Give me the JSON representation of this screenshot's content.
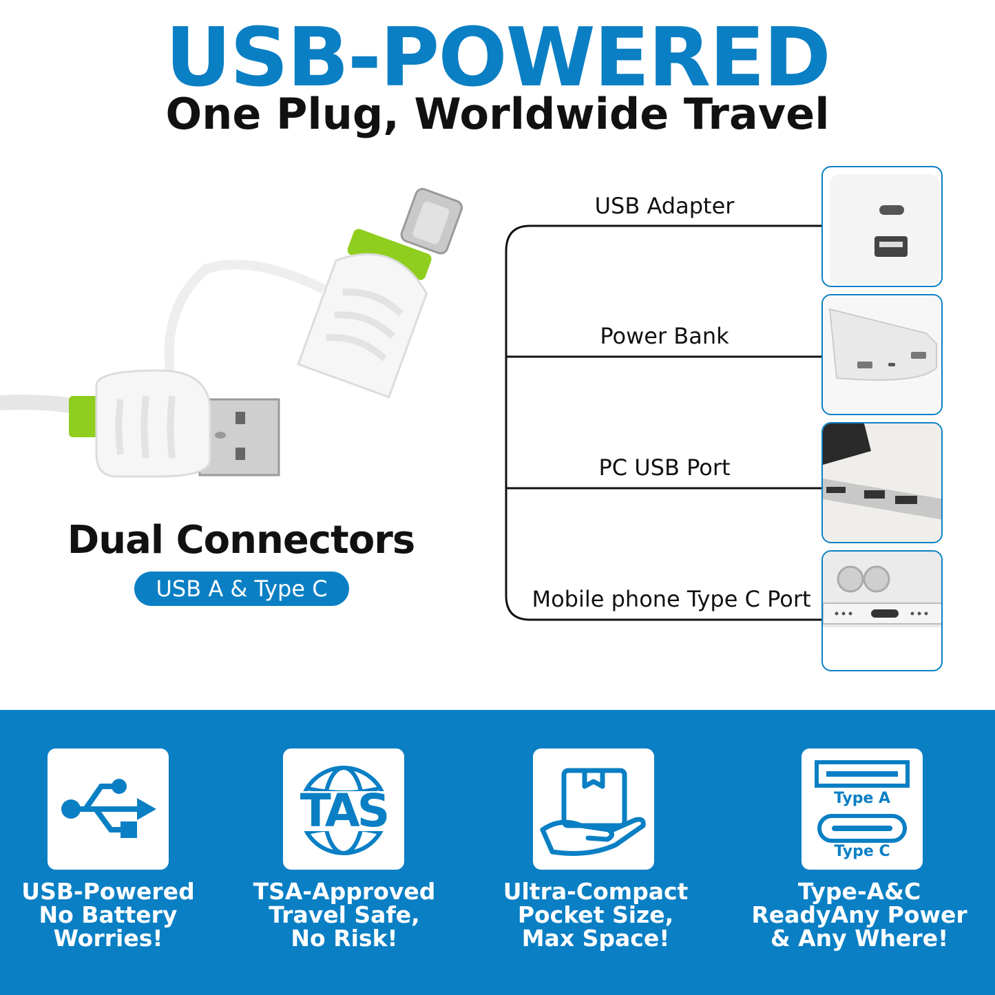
{
  "colors": {
    "brand_blue": "#0a7fc4",
    "accent_green": "#8fce1e",
    "text_dark": "#111111"
  },
  "header": {
    "title": "USB-POWERED",
    "subtitle": "One Plug, Worldwide Travel"
  },
  "product": {
    "title": "Dual Connectors",
    "badge": "USB A & Type C"
  },
  "power_sources": [
    {
      "label": "USB Adapter",
      "icon": "usb-adapter-image"
    },
    {
      "label": "Power Bank",
      "icon": "power-bank-image"
    },
    {
      "label": "PC USB Port",
      "icon": "laptop-port-image"
    },
    {
      "label": "Mobile phone Type C Port",
      "icon": "phone-port-image"
    }
  ],
  "features": [
    {
      "icon": "usb-symbol-icon",
      "lines": [
        "USB-Powered",
        "No Battery",
        "Worries!"
      ]
    },
    {
      "icon": "tas-globe-icon",
      "icon_text": "TAS",
      "lines": [
        "TSA-Approved",
        "Travel Safe,",
        "No Risk!"
      ]
    },
    {
      "icon": "box-in-hand-icon",
      "lines": [
        "Ultra-Compact",
        "Pocket Size,",
        "Max Space!"
      ]
    },
    {
      "icon": "type-a-c-icon",
      "icon_text_a": "Type A",
      "icon_text_c": "Type C",
      "lines": [
        "Type-A&C",
        "ReadyAny Power",
        "& Any Where!"
      ]
    }
  ]
}
